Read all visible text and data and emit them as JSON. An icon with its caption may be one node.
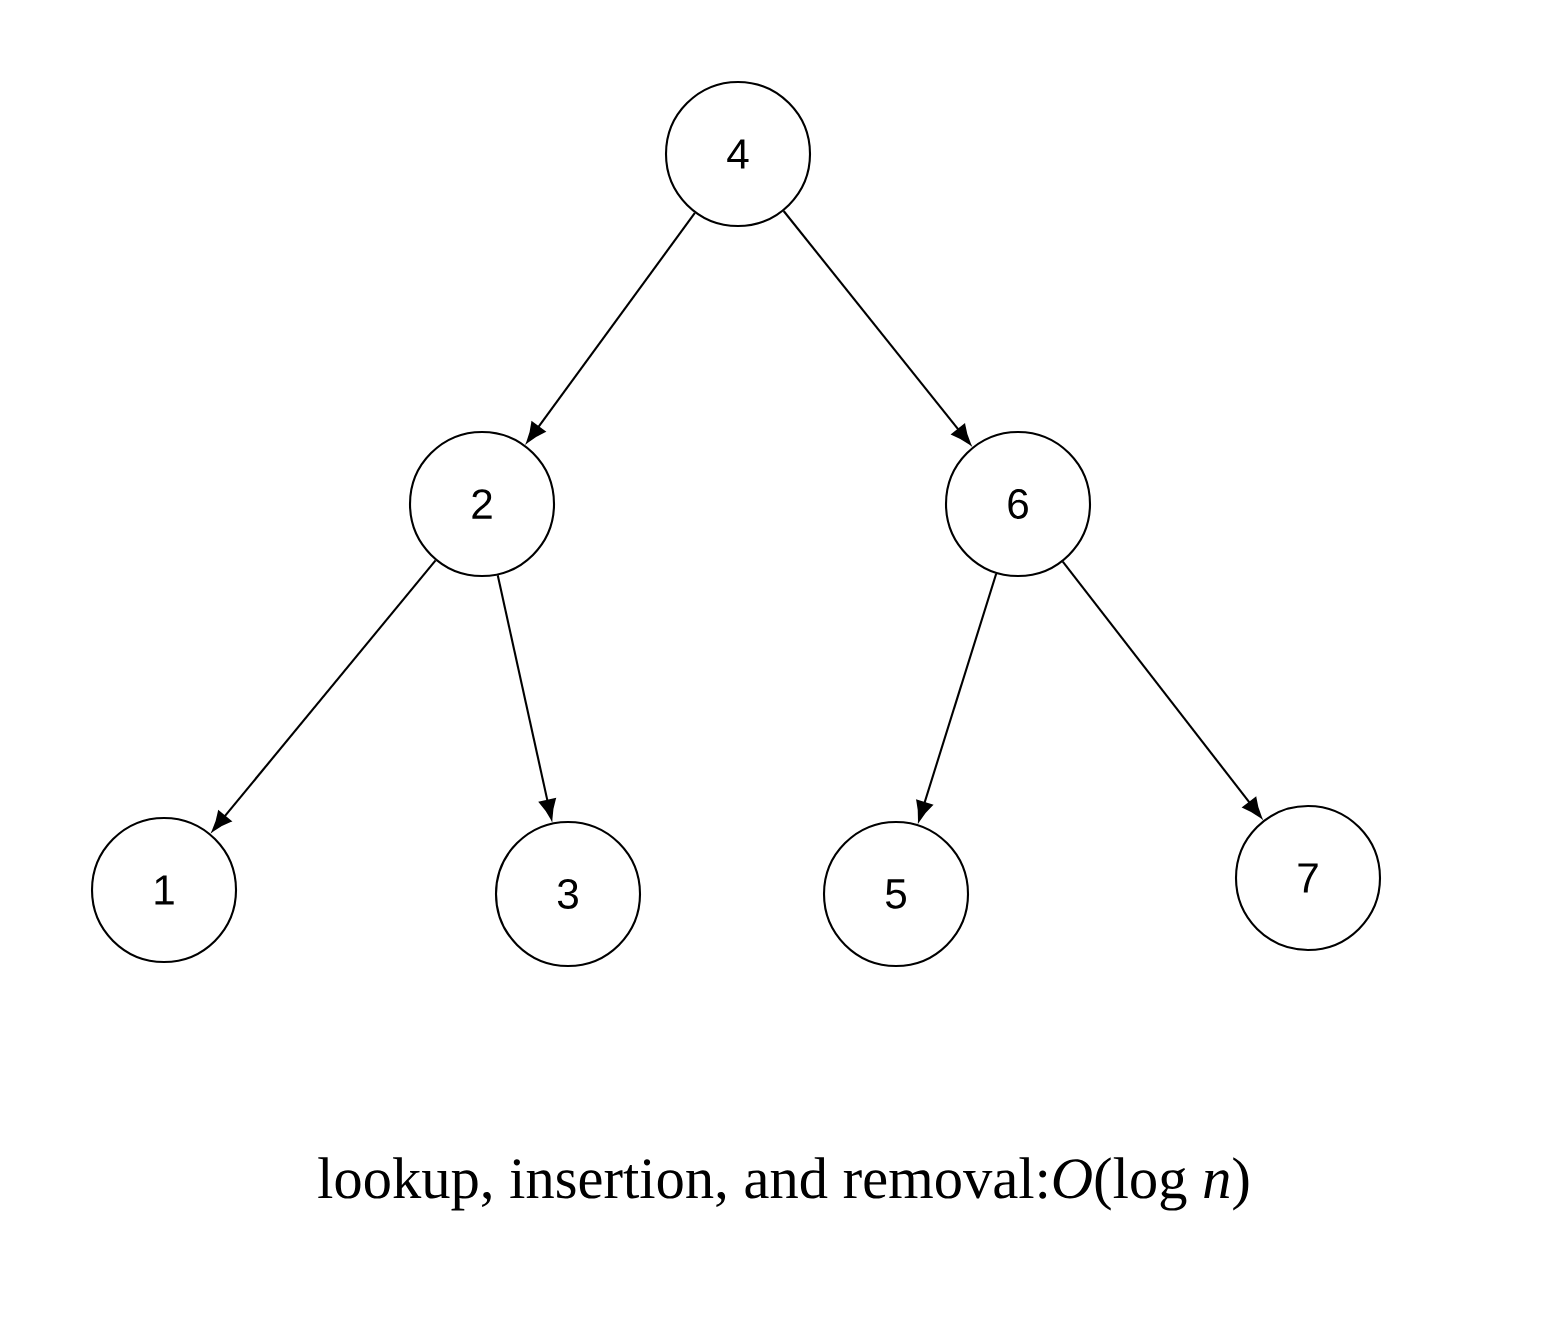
{
  "diagram": {
    "caption": "lookup, insertion, and removal:*O*(log *n*)",
    "nodes": [
      {
        "text": [
          "4"
        ]
      },
      {
        "text": [
          "2"
        ]
      },
      {
        "text": [
          "6"
        ]
      },
      {
        "text": [
          "1"
        ]
      },
      {
        "text": [
          "3"
        ]
      },
      {
        "text": [
          "5"
        ]
      },
      {
        "text": [
          "7"
        ]
      }
    ],
    "edges": [
      {
        "from": 0,
        "to": 1,
        "arrow": "to"
      },
      {
        "from": 0,
        "to": 2,
        "arrow": "to"
      },
      {
        "from": 1,
        "to": 3,
        "arrow": "to"
      },
      {
        "from": 1,
        "to": 4,
        "arrow": "to"
      },
      {
        "from": 2,
        "to": 5,
        "arrow": "to"
      },
      {
        "from": 2,
        "to": 6,
        "arrow": "to"
      }
    ]
  }
}
